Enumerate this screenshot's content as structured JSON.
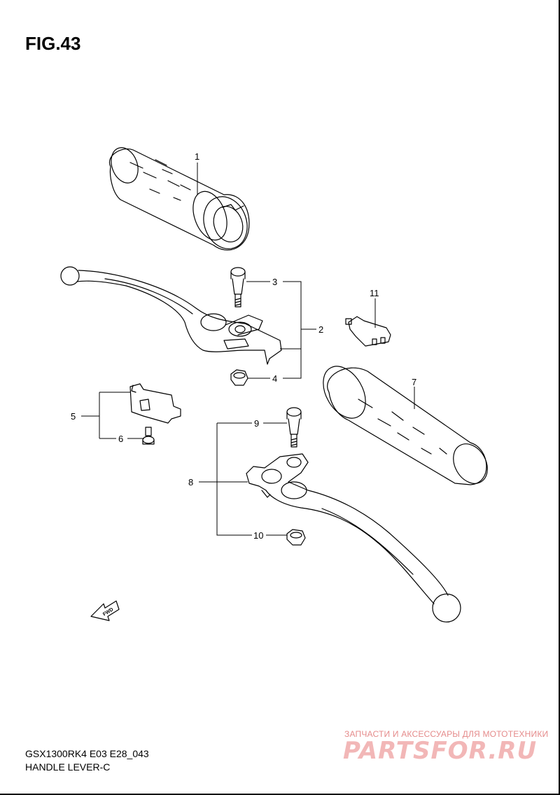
{
  "figure": {
    "title": "FIG.43"
  },
  "callouts": {
    "c1": "1",
    "c2": "2",
    "c3": "3",
    "c4": "4",
    "c5": "5",
    "c6": "6",
    "c7": "7",
    "c8": "8",
    "c9": "9",
    "c10": "10",
    "c11": "11"
  },
  "fwd_label": "FWD",
  "footer": {
    "model": "GSX1300RK4 E03 E28_043",
    "name": "HANDLE LEVER-C"
  },
  "watermark": {
    "tagline": "ЗАПЧАСТИ И АКСЕССУАРЫ ДЛЯ МОТОТЕХНИКИ",
    "brand": "PARTSFOR.RU"
  },
  "colors": {
    "line": "#000000",
    "watermark": "#e58b8b"
  }
}
